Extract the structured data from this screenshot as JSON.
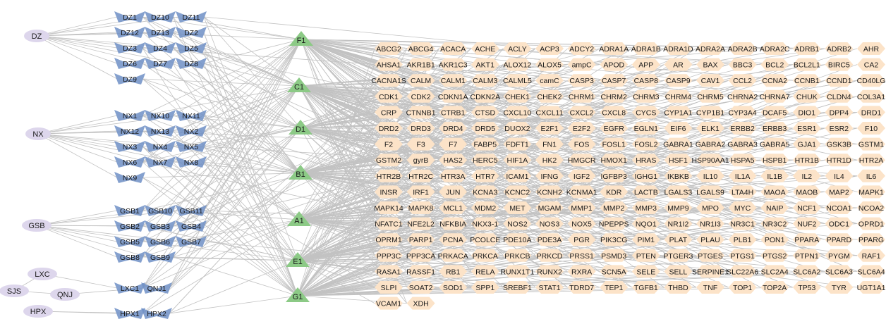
{
  "colors": {
    "herb": "#ddd6ec",
    "ingredient": "#6e8fc6",
    "cluster": "#8cca86",
    "target": "#fce3c8",
    "edge": "#c2c2c2"
  },
  "herbs": [
    "DZ",
    "NX",
    "GSB",
    "LXC",
    "SJS",
    "QNJ",
    "HPX"
  ],
  "ingredient_groups": [
    {
      "herb": "DZ",
      "rows": [
        [
          "DZ1",
          "DZ10",
          "DZ11"
        ],
        [
          "DZ12",
          "DZ13",
          "DZ2"
        ],
        [
          "DZ3",
          "DZ4",
          "DZ5"
        ],
        [
          "DZ6",
          "DZ7",
          "DZ8"
        ],
        [
          "DZ9"
        ]
      ]
    },
    {
      "herb": "NX",
      "rows": [
        [
          "NX1",
          "NX10",
          "NX11"
        ],
        [
          "NX12",
          "NX13",
          "NX2"
        ],
        [
          "NX3",
          "NX4",
          "NX5"
        ],
        [
          "NX6",
          "NX7",
          "NX8"
        ],
        [
          "NX9"
        ]
      ]
    },
    {
      "herb": "GSB",
      "rows": [
        [
          "GSB1",
          "GSB10",
          "GSB11"
        ],
        [
          "GSB2",
          "GSB3",
          "GSB4"
        ],
        [
          "GSB5",
          "GSB6",
          "GSB7"
        ],
        [
          "GSB8",
          "GSB9"
        ]
      ]
    },
    {
      "herb": "QNJ",
      "rows": [
        [
          "LXC1",
          "QNJ1"
        ]
      ]
    },
    {
      "herb": "HPX",
      "rows": [
        [
          "HPX1",
          "HPX2"
        ]
      ]
    }
  ],
  "clusters": [
    "F1",
    "C1",
    "D1",
    "B1",
    "A1",
    "E1",
    "G1"
  ],
  "targets": [
    [
      "ABCG2",
      "ABCG4",
      "ACACA",
      "ACHE",
      "ACLY",
      "ACP3",
      "ADCY2",
      "ADRA1A",
      "ADRA1B",
      "ADRA1D",
      "ADRA2A",
      "ADRA2B",
      "ADRA2C",
      "ADRB1",
      "ADRB2",
      "AHR"
    ],
    [
      "AHSA1",
      "AKR1B1",
      "AKR1C3",
      "AKT1",
      "ALOX12",
      "ALOX5",
      "ampC",
      "APOD",
      "APP",
      "AR",
      "BAX",
      "BBC3",
      "BCL2",
      "BCL2L1",
      "BIRC5",
      "CA2"
    ],
    [
      "CACNA1S",
      "CALM",
      "CALM1",
      "CALM3",
      "CALML5",
      "camC",
      "CASP3",
      "CASP7",
      "CASP8",
      "CASP9",
      "CAV1",
      "CCL2",
      "CCNA2",
      "CCNB1",
      "CCND1",
      "CD40LG"
    ],
    [
      "CDK1",
      "CDK2",
      "CDKN1A",
      "CDKN2A",
      "CHEK1",
      "CHEK2",
      "CHRM1",
      "CHRM2",
      "CHRM3",
      "CHRM4",
      "CHRM5",
      "CHRNA2",
      "CHRNA7",
      "CHUK",
      "CLDN4",
      "COL3A1"
    ],
    [
      "CRP",
      "CTNNB1",
      "CTRB1",
      "CTSD",
      "CXCL10",
      "CXCL11",
      "CXCL2",
      "CXCL8",
      "CYCS",
      "CYP1A1",
      "CYP1B1",
      "CYP3A4",
      "DCAF5",
      "DIO1",
      "DPP4",
      "DRD1"
    ],
    [
      "DRD2",
      "DRD3",
      "DRD4",
      "DRD5",
      "DUOX2",
      "E2F1",
      "E2F2",
      "EGFR",
      "EGLN1",
      "EIF6",
      "ELK1",
      "ERBB2",
      "ERBB3",
      "ESR1",
      "ESR2",
      "F10"
    ],
    [
      "F2",
      "F3",
      "F7",
      "FABP5",
      "FDFT1",
      "FN1",
      "FOS",
      "FOSL1",
      "FOSL2",
      "GABRA1",
      "GABRA2",
      "GABRA3",
      "GABRA5",
      "GJA1",
      "GSK3B",
      "GSTM1"
    ],
    [
      "GSTM2",
      "gyrB",
      "HAS2",
      "HERC5",
      "HIF1A",
      "HK2",
      "HMGCR",
      "HMOX1",
      "HRAS",
      "HSF1",
      "HSP90AA1",
      "HSPA5",
      "HSPB1",
      "HTR1B",
      "HTR1D",
      "HTR2A"
    ],
    [
      "HTR2B",
      "HTR2C",
      "HTR3A",
      "HTR7",
      "ICAM1",
      "IFNG",
      "IGF2",
      "IGFBP3",
      "IGHG1",
      "IKBKB",
      "IL10",
      "IL1A",
      "IL1B",
      "IL2",
      "IL4",
      "IL6"
    ],
    [
      "INSR",
      "IRF1",
      "JUN",
      "KCNA3",
      "KCNC2",
      "KCNH2",
      "KCNMA1",
      "KDR",
      "LACTB",
      "LGALS3",
      "LGALS9",
      "LTA4H",
      "MAOA",
      "MAOB",
      "MAP2",
      "MAPK1"
    ],
    [
      "MAPK14",
      "MAPK8",
      "MCL1",
      "MDM2",
      "MET",
      "MGAM",
      "MMP1",
      "MMP2",
      "MMP3",
      "MMP9",
      "MPO",
      "MYC",
      "NAIP",
      "NCF1",
      "NCOA1",
      "NCOA2"
    ],
    [
      "NFATC1",
      "NFE2L2",
      "NFKBIA",
      "NKX3-1",
      "NOS2",
      "NOS3",
      "NOX5",
      "NPEPPS",
      "NQO1",
      "NR1I2",
      "NR1I3",
      "NR3C1",
      "NR3C2",
      "NUF2",
      "ODC1",
      "OPRD1"
    ],
    [
      "OPRM1",
      "PARP1",
      "PCNA",
      "PCOLCE",
      "PDE10A",
      "PDE3A",
      "PGR",
      "PIK3CG",
      "PIM1",
      "PLAT",
      "PLAU",
      "PLB1",
      "PON1",
      "PPARA",
      "PPARD",
      "PPARG"
    ],
    [
      "PPP3C",
      "PPP3CA",
      "PRKACA",
      "PRKCA",
      "PRKCB",
      "PRKCD",
      "PRSS1",
      "PSMD3",
      "PTEN",
      "PTGER3",
      "PTGES",
      "PTGS1",
      "PTGS2",
      "PTPN1",
      "PYGM",
      "RAF1"
    ],
    [
      "RASA1",
      "RASSF1",
      "RB1",
      "RELA",
      "RUNX1T1",
      "RUNX2",
      "RXRA",
      "SCN5A",
      "SELE",
      "SELL",
      "SERPINE1",
      "SLC22A6",
      "SLC2A4",
      "SLC6A2",
      "SLC6A3",
      "SLC6A4"
    ],
    [
      "SLPI",
      "SOAT2",
      "SOD1",
      "SPP1",
      "SREBF1",
      "STAT1",
      "TDRD7",
      "TEP1",
      "TGFB1",
      "THBD",
      "TNF",
      "TOP1",
      "TOP2A",
      "TP53",
      "TYR",
      "UGT1A1"
    ],
    [
      "VCAM1",
      "XDH"
    ]
  ]
}
